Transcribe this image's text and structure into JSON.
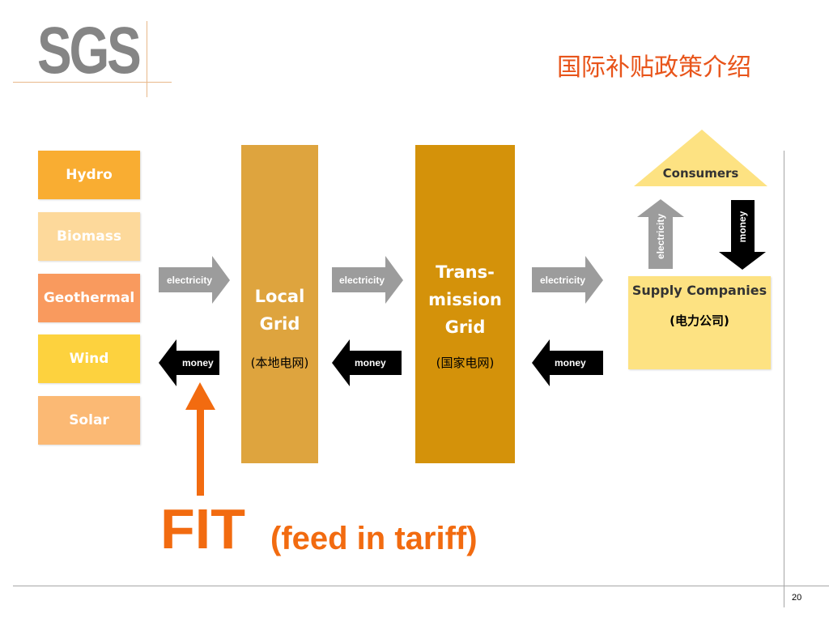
{
  "logo": {
    "text": "SGS"
  },
  "title": "国际补贴政策介绍",
  "sources": [
    {
      "label": "Hydro",
      "color": "#f9ad32"
    },
    {
      "label": "Biomass",
      "color": "#fdd99b"
    },
    {
      "label": "Geothermal",
      "color": "#f99a5e"
    },
    {
      "label": "Wind",
      "color": "#fdd23e"
    },
    {
      "label": "Solar",
      "color": "#fbb974"
    }
  ],
  "local_grid": {
    "title_line1": "Local",
    "title_line2": "Grid",
    "subtitle": "(本地电网)",
    "color": "#dea43e"
  },
  "transmission_grid": {
    "title_line1": "Trans-",
    "title_line2": "mission",
    "title_line3": "Grid",
    "subtitle": "(国家电网)",
    "color": "#d4920a"
  },
  "flows": {
    "electricity_label": "electricity",
    "money_label": "money"
  },
  "consumers": {
    "label": "Consumers",
    "color": "#fde282"
  },
  "supply_companies": {
    "title": "Supply Companies",
    "subtitle": "(电力公司)"
  },
  "fit": {
    "main": "FIT",
    "sub": "(feed in tariff)",
    "color": "#f26b10"
  },
  "colors": {
    "grey_arrow": "#9c9c9c",
    "black_arrow": "#000000",
    "accent": "#e8541a"
  },
  "page_number": "20"
}
